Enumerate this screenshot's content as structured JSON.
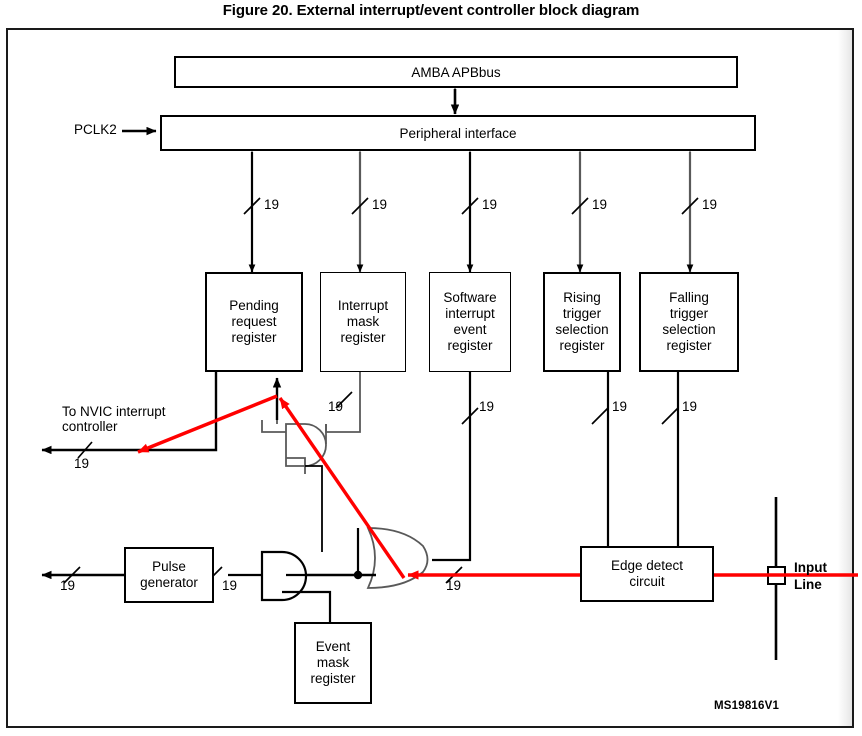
{
  "figure": {
    "title": "Figure 20. External interrupt/event controller block diagram",
    "watermark": "MS19816V1"
  },
  "colors": {
    "line": "#000000",
    "thin_line": "#595959",
    "highlight": "#FF0000",
    "frame": "#1a1a1a",
    "background": "#ffffff"
  },
  "blocks": {
    "amba_bus": "AMBA APBbus",
    "peripheral_interface": "Peripheral interface",
    "pending_request_register": "Pending\nrequest\nregister",
    "interrupt_mask_register": "Interrupt\nmask\nregister",
    "software_interrupt_event_register": "Software\ninterrupt\nevent\nregister",
    "rising_trigger_selection_register": "Rising\ntrigger\nselection\nregister",
    "falling_trigger_selection_register": "Falling\ntrigger\nselection\nregister",
    "pulse_generator": "Pulse\ngenerator",
    "event_mask_register": "Event\nmask\nregister",
    "edge_detect_circuit": "Edge detect\ncircuit"
  },
  "labels": {
    "pclk2": "PCLK2",
    "to_nvic": "To NVIC interrupt\ncontroller",
    "input_line": "Input\nLine"
  },
  "bus_widths": {
    "top_row": [
      "19",
      "19",
      "19",
      "19",
      "19"
    ],
    "mid_row": [
      "19",
      "19",
      "19",
      "19"
    ],
    "nvic_out": "19",
    "pulse_out": "19",
    "pulse_in": "19",
    "or_out": "19"
  },
  "bus_width_value": "19"
}
